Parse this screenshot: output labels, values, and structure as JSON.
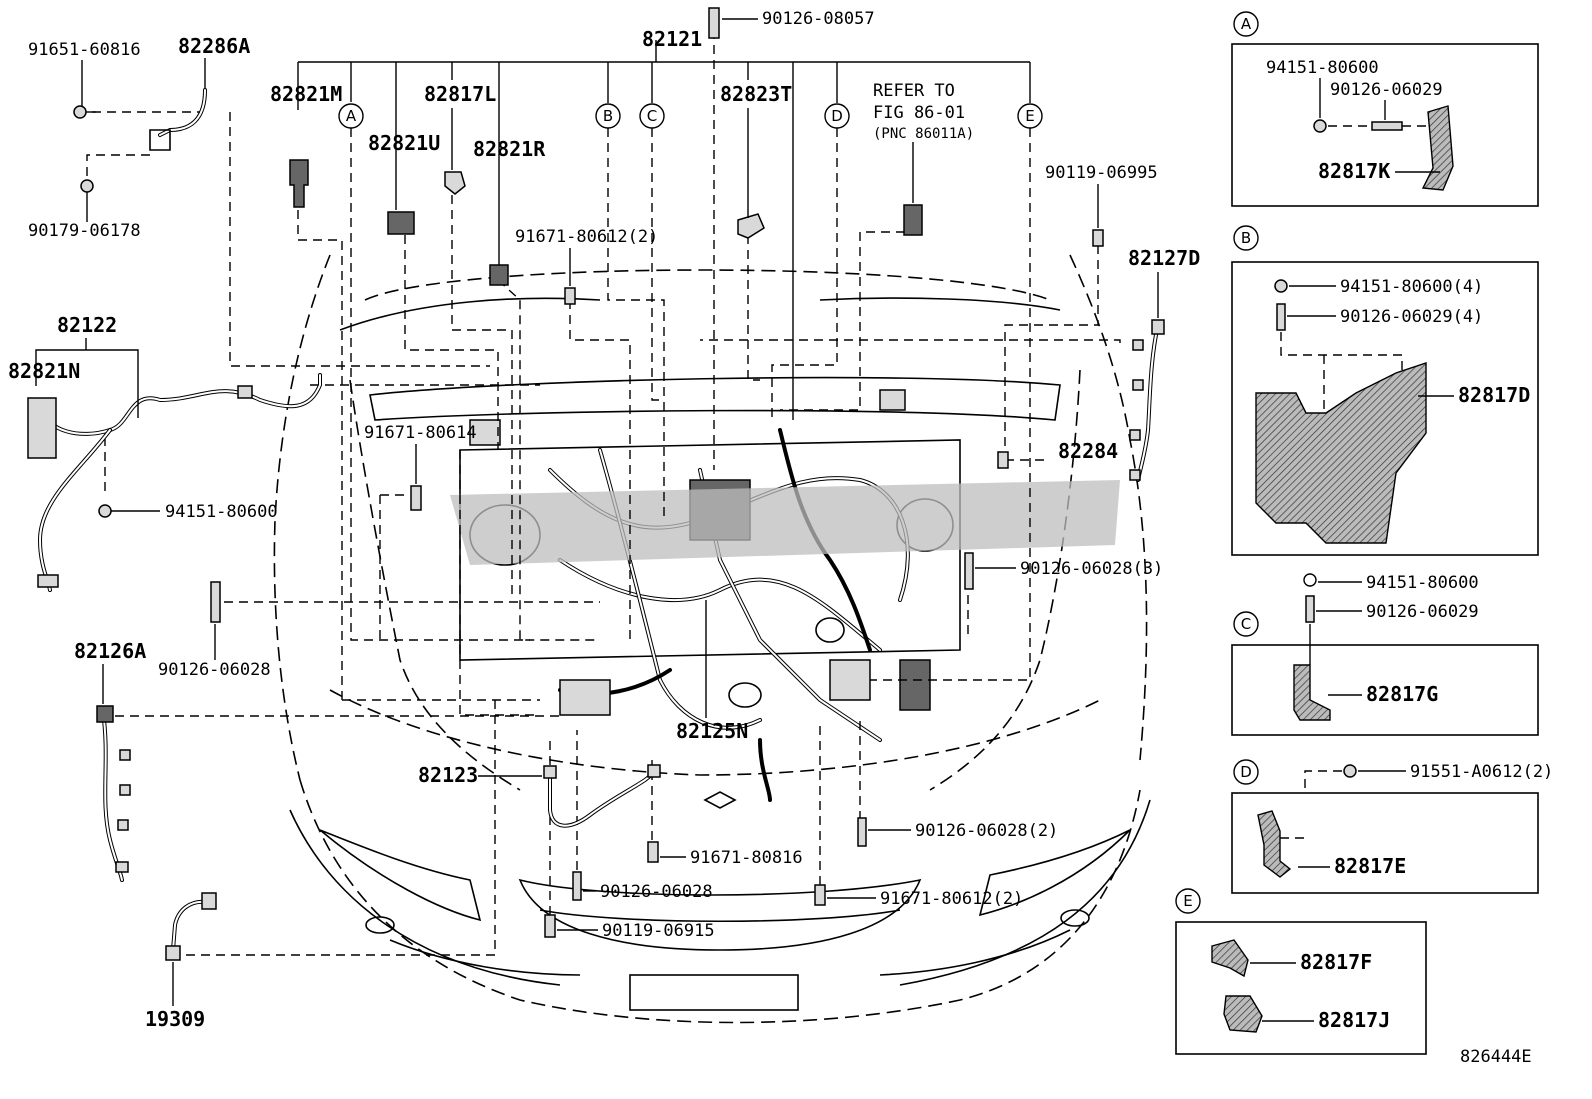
{
  "diagram": {
    "figure_code": "826444E",
    "refer_note": [
      "REFER TO",
      "FIG 86-01",
      "(PNC 86011A)"
    ],
    "watermark_color": "#bdbdbd",
    "callout_letters": [
      "A",
      "B",
      "C",
      "D",
      "E"
    ],
    "main_labels": {
      "p82121": "82121",
      "p90126_08057": "90126-08057",
      "p91651_60816": "91651-60816",
      "p82286A": "82286A",
      "p90179_06178": "90179-06178",
      "p82821M": "82821M",
      "p82821U": "82821U",
      "p82817L": "82817L",
      "p82821R": "82821R",
      "p82823T": "82823T",
      "p91671_80612_2_top": "91671-80612(2)",
      "p90119_06995": "90119-06995",
      "p82127D": "82127D",
      "p82122": "82122",
      "p82821N": "82821N",
      "p91671_80614": "91671-80614",
      "p94151_80600": "94151-80600",
      "p82284": "82284",
      "p90126_06028_3": "90126-06028(3)",
      "p90126_06028_left": "90126-06028",
      "p82126A": "82126A",
      "p82125N": "82125N",
      "p82123": "82123",
      "p91671_80816": "91671-80816",
      "p90126_06028_2": "90126-06028(2)",
      "p90126_06028_bottom": "90126-06028",
      "p91671_80612_2_bottom": "91671-80612(2)",
      "p90119_06915": "90119-06915",
      "p19309": "19309"
    },
    "inset_A": {
      "letter": "A",
      "labels": [
        "94151-80600",
        "90126-06029",
        "82817K"
      ]
    },
    "inset_B": {
      "letter": "B",
      "labels": [
        "94151-80600(4)",
        "90126-06029(4)",
        "82817D"
      ]
    },
    "inset_C": {
      "letter": "C",
      "labels": [
        "94151-80600",
        "90126-06029",
        "82817G"
      ]
    },
    "inset_D": {
      "letter": "D",
      "labels": [
        "91551-A0612(2)",
        "82817E"
      ]
    },
    "inset_E": {
      "letter": "E",
      "labels": [
        "82817F",
        "82817J"
      ]
    }
  }
}
